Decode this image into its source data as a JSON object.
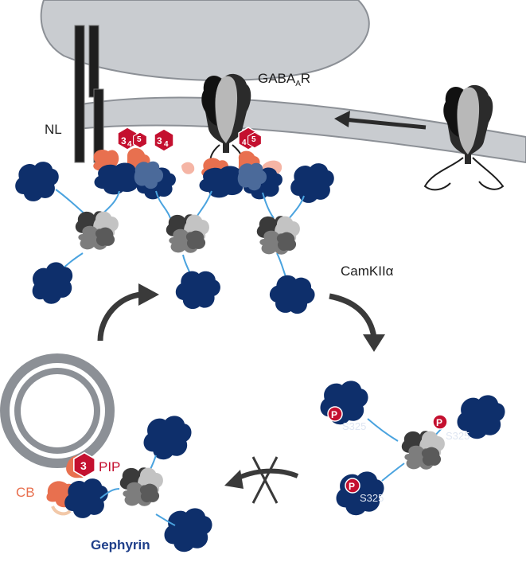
{
  "labels": {
    "receptor": "GABA",
    "receptor_sub": "A",
    "receptor_suffix": "R",
    "neuroligin": "NL",
    "kinase": "CamKIIα",
    "phosphosite": "S325",
    "phospho": "P",
    "lipid": "PIP",
    "collybistin": "CB",
    "scaffold": "Gephyrin",
    "hex_a": "3",
    "hex_b": "4",
    "hex_c": "5",
    "hex_pip": "3"
  },
  "colors": {
    "membrane": "#c9ccd0",
    "membrane_edge": "#8c9096",
    "gephyrin": "#0e2f6b",
    "linker": "#4aa3df",
    "collybistin": "#e8704f",
    "pip_hex": "#c4102f",
    "dark_gray": "#3a3a3a",
    "mid_gray": "#7d7d7d",
    "light_gray": "#c3c3c3",
    "pip_label": "#c4102f",
    "cb_label": "#e8704f",
    "gephyrin_label": "#1f3f8a"
  },
  "icons": [
    "gaba-a-receptor-icon",
    "neuroligin-icon",
    "gephyrin-trimer-icon",
    "vesicle-icon",
    "arrow-icon",
    "blocked-arrow-icon",
    "phospho-icon"
  ]
}
